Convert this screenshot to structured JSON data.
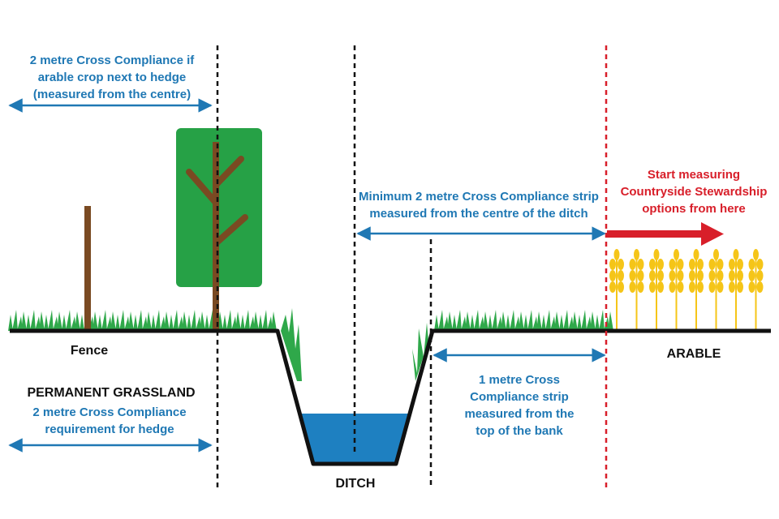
{
  "labels": {
    "hedge_note_top": "2 metre Cross Compliance if\narable crop next to hedge\n(measured from the centre)",
    "ditch_strip": "Minimum 2 metre Cross Compliance strip\nmeasured from the centre of the ditch",
    "stewardship": "Start measuring\nCountryside Stewardship\noptions from here",
    "fence": "Fence",
    "arable": "ARABLE",
    "permanent_grassland": "PERMANENT GRASSLAND",
    "hedge_requirement": "2 metre Cross Compliance\nrequirement for hedge",
    "bank_strip": "1 metre Cross\nCompliance strip\nmeasured from the\ntop of the bank",
    "ditch": "DITCH"
  },
  "colors": {
    "blue": "#1f78b4",
    "red": "#d81f2a",
    "grass": "#2fa84a",
    "tree_canopy": "#26a146",
    "trunk": "#7a4a22",
    "water": "#1e80c1",
    "wheat": "#f5c518",
    "ground": "#111111"
  },
  "icons": [
    "fence-post-icon",
    "tree-icon",
    "grass-icon",
    "wheat-icon",
    "arrow-right-icon"
  ]
}
